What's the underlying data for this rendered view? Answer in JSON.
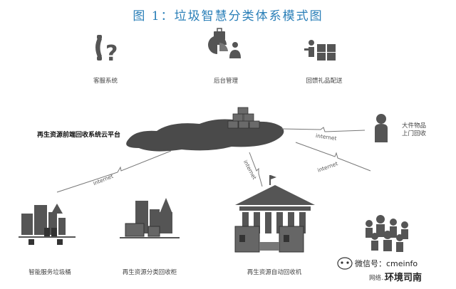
{
  "title": "图 1：垃圾智慧分类体系模式图",
  "nodes": {
    "customer_service": "客服系统",
    "backend": "后台管理",
    "rewards": "回馈礼品配送",
    "platform": "再生资源前端回收系统云平台",
    "bulky_pickup_line1": "大件物品",
    "bulky_pickup_line2": "上门回收",
    "smart_bin": "智能服务垃圾桶",
    "sorting_cabinet": "再生资源分类回收柜",
    "auto_machine": "再生资源自动回收机",
    "network": "网络……"
  },
  "links": {
    "internet": "internet"
  },
  "watermark": {
    "wechat": "微信号：cmeinfo",
    "brand": "环境司南"
  }
}
